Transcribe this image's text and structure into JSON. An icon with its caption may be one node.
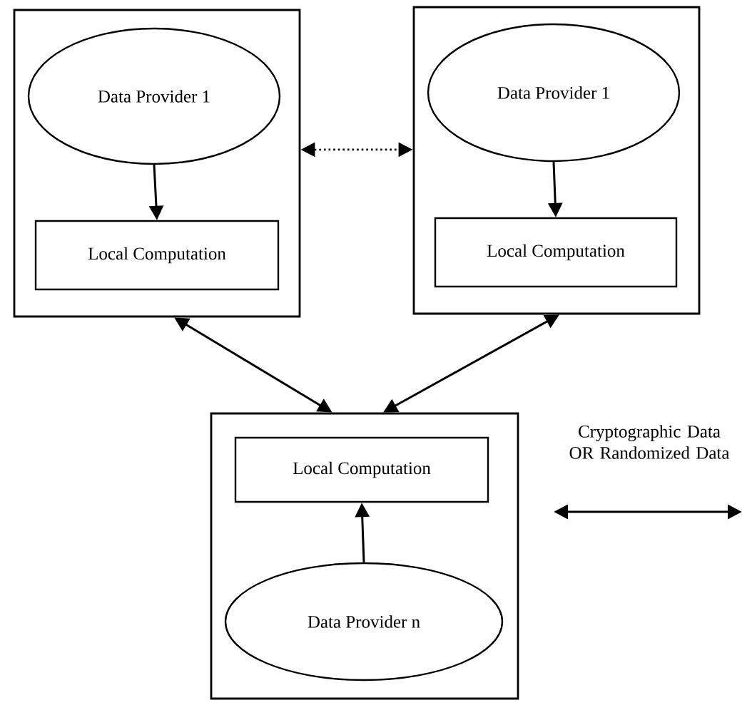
{
  "diagram": {
    "nodes": [
      {
        "text": [],
        "shape": "box"
      },
      {
        "text": [
          "Data Provider 1"
        ],
        "in": 0
      },
      {
        "text": [
          "Local Computation"
        ],
        "in": 0
      },
      {
        "text": [],
        "shape": "box"
      },
      {
        "text": [
          "Data Provider 1"
        ],
        "in": 3
      },
      {
        "text": [
          "Local Computation"
        ],
        "in": 3
      },
      {
        "text": [],
        "shape": "box"
      },
      {
        "text": [
          "Local Computation"
        ],
        "in": 6
      },
      {
        "text": [
          "Data Provider n"
        ],
        "in": 6
      }
    ],
    "edges": [
      {
        "from": 1,
        "to": 2,
        "arrow": "to"
      },
      {
        "from": 4,
        "to": 5,
        "arrow": "to"
      },
      {
        "from": 8,
        "to": 7,
        "arrow": "to"
      },
      {
        "from": 0,
        "to": 3,
        "arrow": "both",
        "style": "dashed"
      },
      {
        "from": 0,
        "to": 6,
        "arrow": "both"
      },
      {
        "from": 3,
        "to": 6,
        "arrow": "both"
      }
    ],
    "legend": [
      {
        "text": "Cryptographic Data OR Randomized Data"
      }
    ]
  }
}
